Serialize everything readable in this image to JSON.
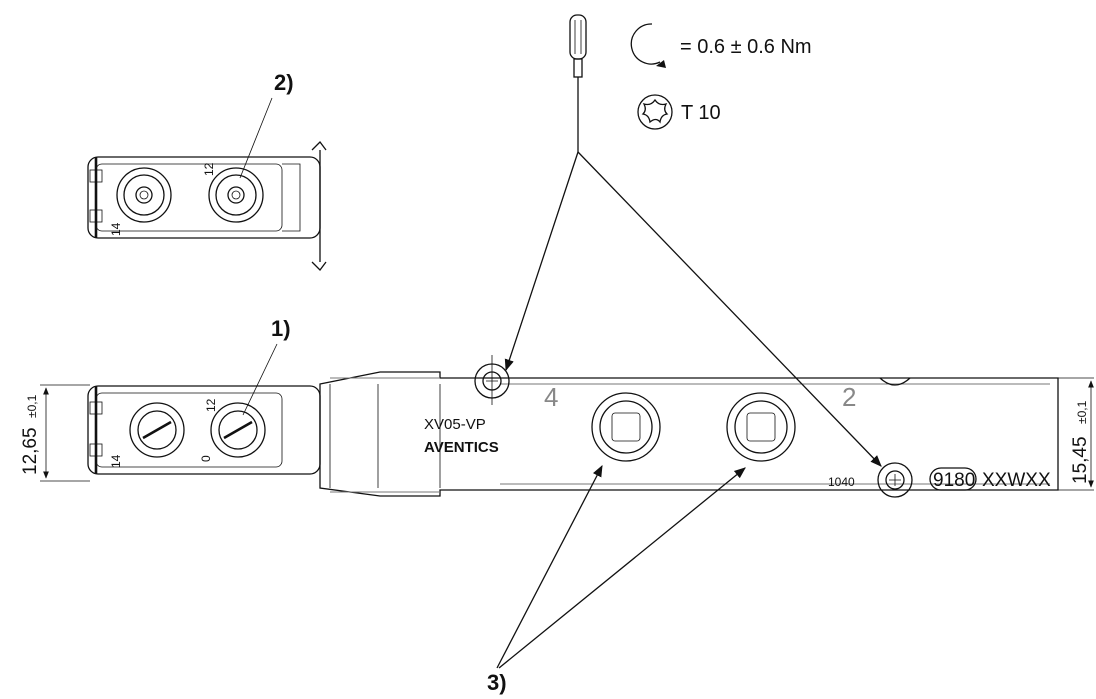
{
  "callouts": {
    "c1": "1)",
    "c2": "2)",
    "c3": "3)"
  },
  "tool": {
    "torque": "= 0.6 ± 0.6 Nm",
    "drive": "T 10",
    "icons": [
      "screwdriver-icon",
      "torque-direction-icon",
      "torx-icon"
    ]
  },
  "module": {
    "model": "XV05-VP",
    "brand": "AVENTICS",
    "port_left": "4",
    "port_right": "2",
    "code_small": "1040",
    "code_boxed": "9180",
    "code_suffix": "XXWXX"
  },
  "pilot_labels": {
    "top": "12",
    "bottom": "14",
    "mid": "0"
  },
  "dimensions": {
    "left": "12,65",
    "left_tol": "±0,1",
    "right": "15,45",
    "right_tol": "±0,1"
  }
}
